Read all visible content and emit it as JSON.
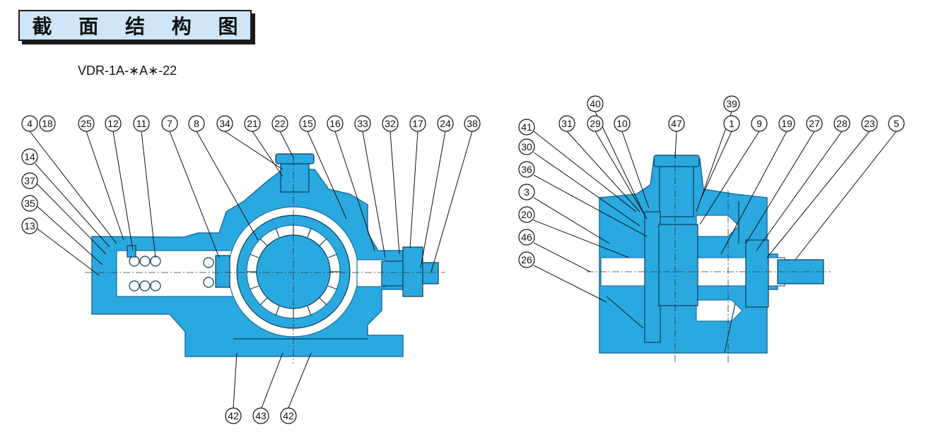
{
  "title": "截 面 结 构 图",
  "model": "VDR-1A-∗A∗-22",
  "left_view": {
    "top_callouts": [
      "4",
      "18",
      "25",
      "12",
      "11",
      "7",
      "8",
      "34",
      "21",
      "22",
      "15",
      "16",
      "33",
      "32",
      "17",
      "24",
      "38"
    ],
    "side_callouts": [
      "14",
      "37",
      "35",
      "13"
    ],
    "bottom_callouts": [
      "42",
      "43",
      "42"
    ]
  },
  "right_view": {
    "top_callouts_row1": [
      "40",
      "39"
    ],
    "top_callouts_row2": [
      "31",
      "29",
      "10",
      "47",
      "1",
      "9",
      "19",
      "27",
      "28",
      "23",
      "5"
    ],
    "side_callouts": [
      "41",
      "30",
      "36",
      "3",
      "20",
      "46",
      "26"
    ]
  },
  "colors": {
    "body": "#29a9e0",
    "title_bg": "#cfe6f6",
    "outline": "#1b6fa0"
  }
}
